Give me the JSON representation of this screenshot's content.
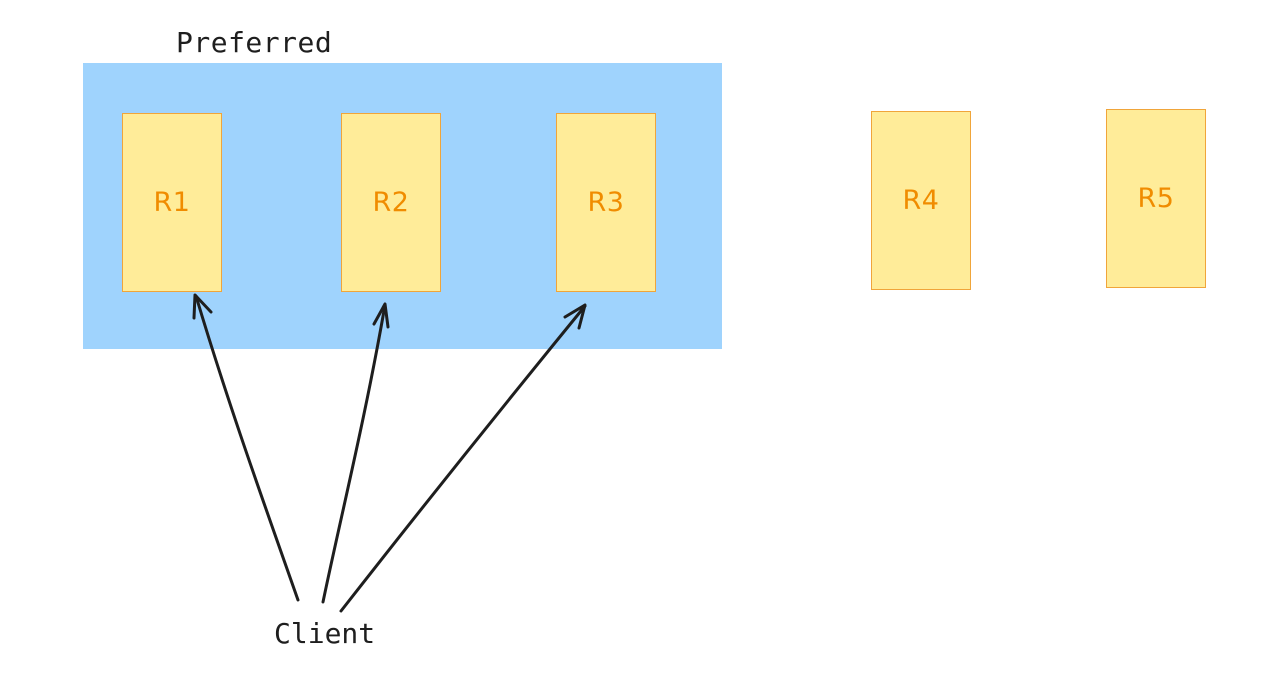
{
  "diagram": {
    "group": {
      "title": "Preferred"
    },
    "replicas": [
      {
        "label": "R1"
      },
      {
        "label": "R2"
      },
      {
        "label": "R3"
      },
      {
        "label": "R4"
      },
      {
        "label": "R5"
      }
    ],
    "client": {
      "label": "Client"
    },
    "connections": [
      {
        "from": "Client",
        "to": "R1"
      },
      {
        "from": "Client",
        "to": "R2"
      },
      {
        "from": "Client",
        "to": "R3"
      }
    ],
    "colors": {
      "group_fill": "#a5d8ff",
      "replica_fill": "#ffec99",
      "replica_stroke": "#f08c00",
      "replica_text": "#f08c00",
      "ink": "#1e1e1e"
    }
  }
}
